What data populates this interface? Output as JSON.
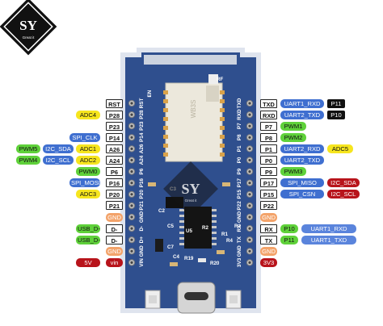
{
  "logo": {
    "text": "SY",
    "tagline": "Great it"
  },
  "module_text": "WB3S",
  "watermark": {
    "text": "SY",
    "tagline": "Great it"
  },
  "left_rows": [
    {
      "pin": "RST",
      "funcs": []
    },
    {
      "pin": "P28",
      "funcs": [
        {
          "text": "ADC4",
          "style": "yellow"
        }
      ]
    },
    {
      "pin": "P23",
      "funcs": []
    },
    {
      "pin": "P14",
      "funcs": [
        {
          "text": "SPI_CLK",
          "style": "blue"
        }
      ]
    },
    {
      "pin": "A26",
      "funcs": [
        {
          "text": "PWM5",
          "style": "green"
        },
        {
          "text": "I2C_SDA",
          "style": "blue"
        },
        {
          "text": "ADC1",
          "style": "yellow"
        }
      ]
    },
    {
      "pin": "A24",
      "funcs": [
        {
          "text": "PWM4",
          "style": "green"
        },
        {
          "text": "I2C_SCL",
          "style": "blue"
        },
        {
          "text": "ADC2",
          "style": "yellow"
        }
      ]
    },
    {
      "pin": "P6",
      "funcs": [
        {
          "text": "PWM0",
          "style": "green"
        }
      ]
    },
    {
      "pin": "P16",
      "funcs": [
        {
          "text": "SPI_MOSI",
          "style": "blue"
        }
      ]
    },
    {
      "pin": "P20",
      "funcs": [
        {
          "text": "ADC3",
          "style": "yellow"
        }
      ]
    },
    {
      "pin": "P21",
      "funcs": []
    },
    {
      "pin": "GND",
      "style": "orange",
      "funcs": []
    },
    {
      "pin": "D-",
      "funcs": [
        {
          "text": "USB_D-",
          "style": "green"
        }
      ]
    },
    {
      "pin": "D-",
      "funcs": [
        {
          "text": "USB_D-",
          "style": "green"
        }
      ]
    },
    {
      "pin": "GND",
      "style": "orange",
      "funcs": []
    },
    {
      "pin": "vin",
      "style": "red",
      "funcs": [
        {
          "text": "5V",
          "style": "red"
        }
      ]
    }
  ],
  "right_rows": [
    {
      "pin": "TXD",
      "funcs": [
        {
          "text": "UART1_RXD",
          "style": "blue"
        },
        {
          "text": "P11",
          "style": "black"
        }
      ]
    },
    {
      "pin": "RXD",
      "funcs": [
        {
          "text": "UART2_TXD",
          "style": "blue"
        },
        {
          "text": "P10",
          "style": "black"
        }
      ]
    },
    {
      "pin": "P7",
      "funcs": [
        {
          "text": "PWM1",
          "style": "green"
        }
      ]
    },
    {
      "pin": "P8",
      "funcs": [
        {
          "text": "PWM2",
          "style": "green"
        }
      ]
    },
    {
      "pin": "P1",
      "funcs": [
        {
          "text": "UART2_RXD",
          "style": "blue"
        },
        {
          "text": "ADC5",
          "style": "yellow"
        }
      ]
    },
    {
      "pin": "P0",
      "funcs": [
        {
          "text": "UART2_TXD",
          "style": "blue"
        }
      ]
    },
    {
      "pin": "P9",
      "funcs": [
        {
          "text": "PWM3",
          "style": "green"
        }
      ]
    },
    {
      "pin": "P17",
      "funcs": [
        {
          "text": "SPI_MISO",
          "style": "blue"
        },
        {
          "text": "I2C_SDA",
          "style": "red"
        }
      ]
    },
    {
      "pin": "P15",
      "funcs": [
        {
          "text": "SPI_CSN",
          "style": "blue"
        },
        {
          "text": "I2C_SCL",
          "style": "red"
        }
      ]
    },
    {
      "pin": "P22",
      "funcs": []
    },
    {
      "pin": "GND",
      "style": "orange",
      "funcs": []
    },
    {
      "pin": "RX",
      "funcs": [
        {
          "text": "P10",
          "style": "green"
        },
        {
          "text": "UART1_RXD",
          "style": "blueL"
        }
      ]
    },
    {
      "pin": "TX",
      "funcs": [
        {
          "text": "P11",
          "style": "green"
        },
        {
          "text": "UART1_TXD",
          "style": "blueL"
        }
      ]
    },
    {
      "pin": "GND",
      "style": "orange",
      "funcs": []
    },
    {
      "pin": "3V3",
      "style": "red",
      "funcs": []
    }
  ],
  "silk_left": [
    "RST",
    "P28",
    "P23",
    "P14",
    "A26",
    "A24",
    "P6",
    "P16",
    "P20",
    "P21",
    "GND",
    "D-",
    "D+",
    "GND",
    "VIN"
  ],
  "silk_right": [
    "TXD",
    "RXD",
    "P7",
    "P8",
    "P1",
    "P0",
    "P9",
    "P17",
    "P15",
    "P22",
    "GND",
    "RX",
    "TX",
    "GND",
    "3V3"
  ],
  "silk_top_left": "EN",
  "silk_parts": [
    "C2",
    "C3",
    "C5",
    "C7",
    "C4",
    "R2",
    "R3",
    "R1",
    "R4",
    "R20",
    "R19",
    "U5",
    "RF"
  ]
}
